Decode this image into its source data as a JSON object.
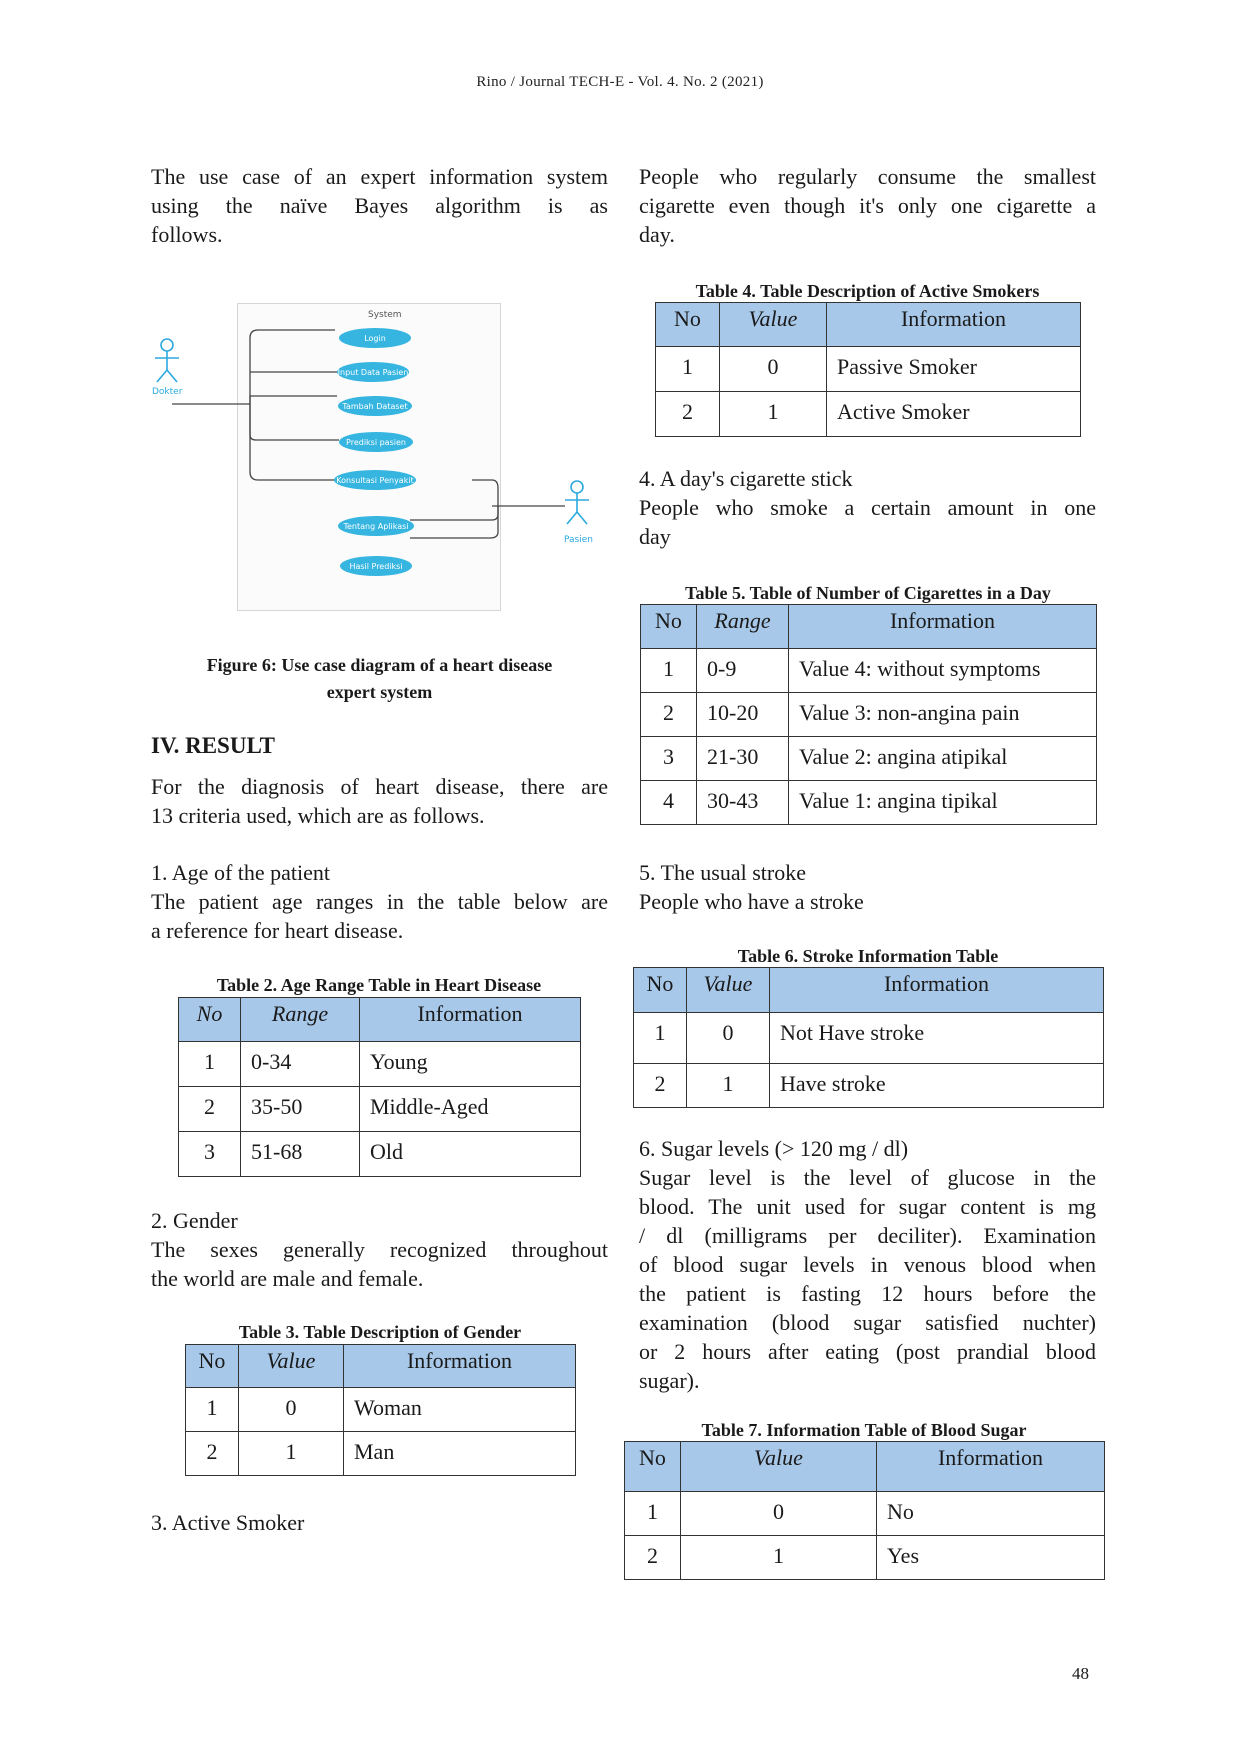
{
  "running_head": "Rino / Journal TECH-E - Vol. 4. No. 2 (2021)",
  "left": {
    "intro": [
      "The use case of an expert information system",
      "using the naïve Bayes algorithm is as",
      "follows."
    ],
    "figure": {
      "system_label": "System",
      "actor_left": "Dokter",
      "actor_right": "Pasien",
      "use_cases": [
        "Login",
        "Input Data Pasien",
        "Tambah Dataset",
        "Prediksi pasien",
        "Konsultasi Penyakit",
        "Tentang Aplikasi",
        "Hasil Prediksi"
      ],
      "caption_line1": "Figure 6: Use case diagram of a heart disease",
      "caption_line2": "expert system"
    },
    "section_heading": "IV.  RESULT",
    "result_text": [
      "For the diagnosis of heart disease, there are",
      "13 criteria used, which are as follows."
    ],
    "item1_title": "1. Age of the patient",
    "item1_text": [
      "The patient age ranges in the table below are",
      "a reference for heart disease."
    ],
    "table2": {
      "caption": "Table 2. Age Range Table in Heart Disease",
      "headers": [
        "No",
        "Range",
        "Information"
      ],
      "rows": [
        [
          "1",
          "0-34",
          "Young"
        ],
        [
          "2",
          "35-50",
          "Middle-Aged"
        ],
        [
          "3",
          "51-68",
          "Old"
        ]
      ]
    },
    "item2_title": "2. Gender",
    "item2_text": [
      "The sexes generally recognized throughout",
      "the world are male and female."
    ],
    "table3": {
      "caption": "Table 3. Table Description of Gender",
      "headers": [
        "No",
        "Value",
        "Information"
      ],
      "rows": [
        [
          "1",
          "0",
          "Woman"
        ],
        [
          "2",
          "1",
          "Man"
        ]
      ]
    },
    "item3_title": "3. Active Smoker"
  },
  "right": {
    "smoker_text": [
      "People who regularly consume the smallest",
      "cigarette even though it's only one cigarette a",
      "day."
    ],
    "table4": {
      "caption": "Table 4. Table Description of Active Smokers",
      "headers": [
        "No",
        "Value",
        "Information"
      ],
      "rows": [
        [
          "1",
          "0",
          "Passive Smoker"
        ],
        [
          "2",
          "1",
          "Active Smoker"
        ]
      ]
    },
    "item4_title": "4. A day's cigarette stick",
    "item4_text": [
      "People who smoke a certain amount in one",
      "day"
    ],
    "table5": {
      "caption": "Table 5. Table of Number of Cigarettes in a Day",
      "headers": [
        "No",
        "Range",
        "Information"
      ],
      "rows": [
        [
          "1",
          "0-9",
          "Value 4: without symptoms"
        ],
        [
          "2",
          "10-20",
          "Value 3: non-angina pain"
        ],
        [
          "3",
          "21-30",
          "Value 2: angina atipikal"
        ],
        [
          "4",
          "30-43",
          "Value 1: angina tipikal"
        ]
      ]
    },
    "item5_title": "5. The usual stroke",
    "item5_text": "People who have a stroke",
    "table6": {
      "caption": "Table 6. Stroke Information Table",
      "headers": [
        "No",
        "Value",
        "Information"
      ],
      "rows": [
        [
          "1",
          "0",
          "Not Have stroke"
        ],
        [
          "2",
          "1",
          "Have stroke"
        ]
      ]
    },
    "item6_title": "6. Sugar levels (> 120 mg / dl)",
    "item6_text": [
      "Sugar level is the level of glucose in the",
      "blood. The unit used for sugar content is mg",
      "/ dl (milligrams per deciliter). Examination",
      "of blood sugar levels in venous blood when",
      "the patient is fasting 12 hours before the",
      "examination (blood sugar satisfied nuchter)",
      "or 2 hours after eating (post prandial blood",
      "sugar)."
    ],
    "table7": {
      "caption": "Table 7. Information Table of Blood Sugar",
      "headers": [
        "No",
        "Value",
        "Information"
      ],
      "rows": [
        [
          "1",
          "0",
          "No"
        ],
        [
          "2",
          "1",
          "Yes"
        ]
      ]
    }
  },
  "page_number": "48",
  "colors": {
    "table_header": "#a7c8e8",
    "usecase_fill": "#35b5e0",
    "actor": "#2ba9df"
  }
}
